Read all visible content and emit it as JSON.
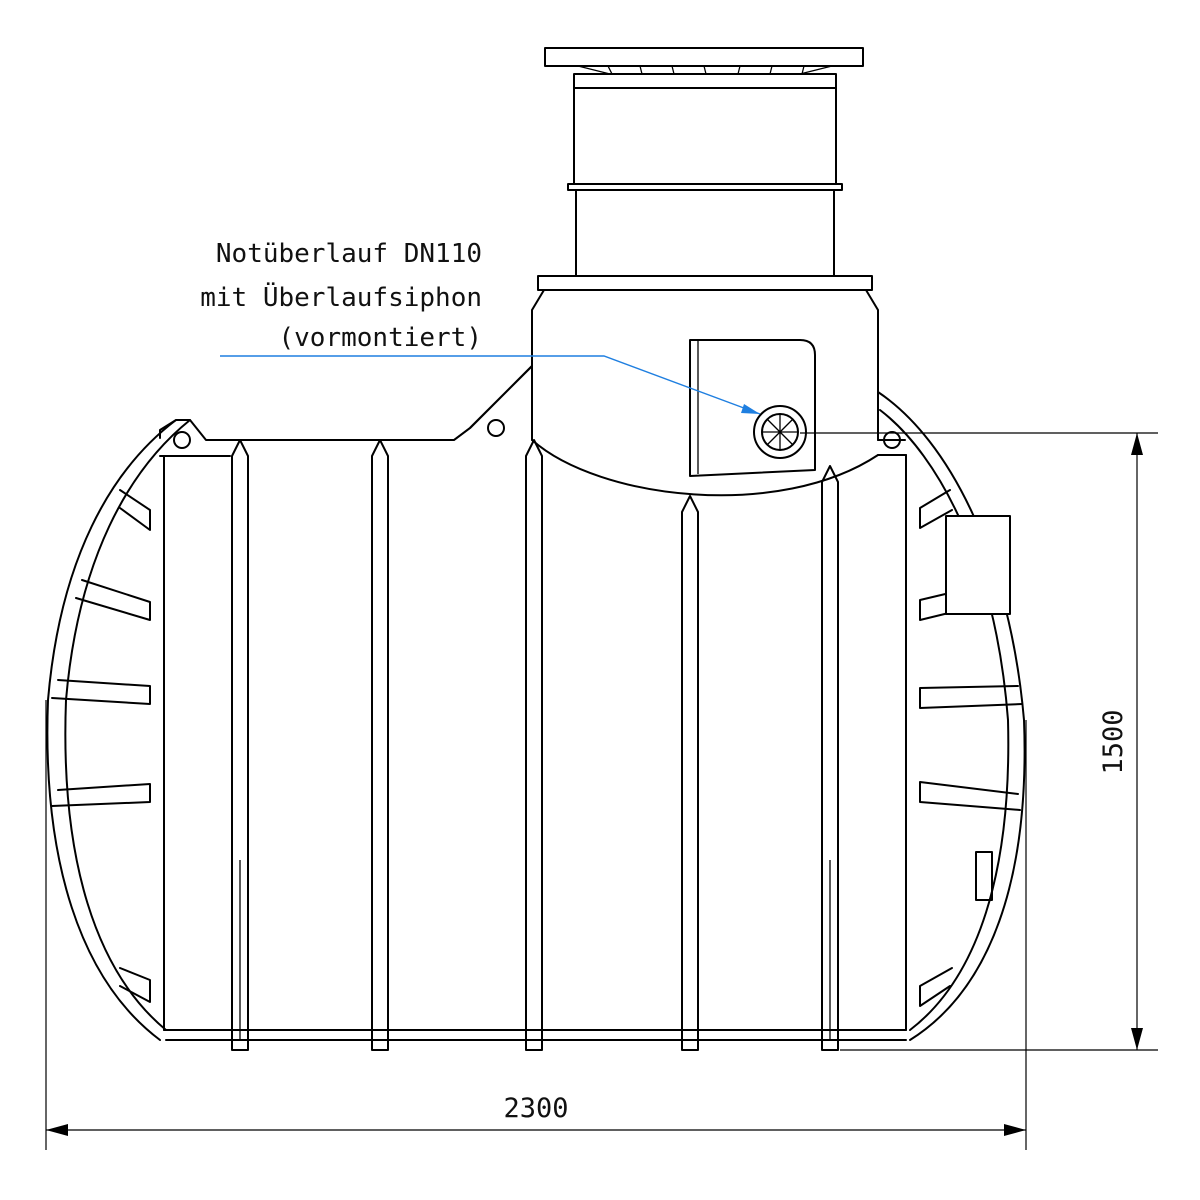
{
  "annotation": {
    "lines": [
      "Notüberlauf DN110",
      "mit Überlaufsiphon",
      "(vormontiert)"
    ],
    "leader_color": "#1f7fe0"
  },
  "dimensions": {
    "width_label": "2300",
    "height_label": "1500"
  },
  "icons": {
    "overflow_port": "siphon-port-icon"
  }
}
